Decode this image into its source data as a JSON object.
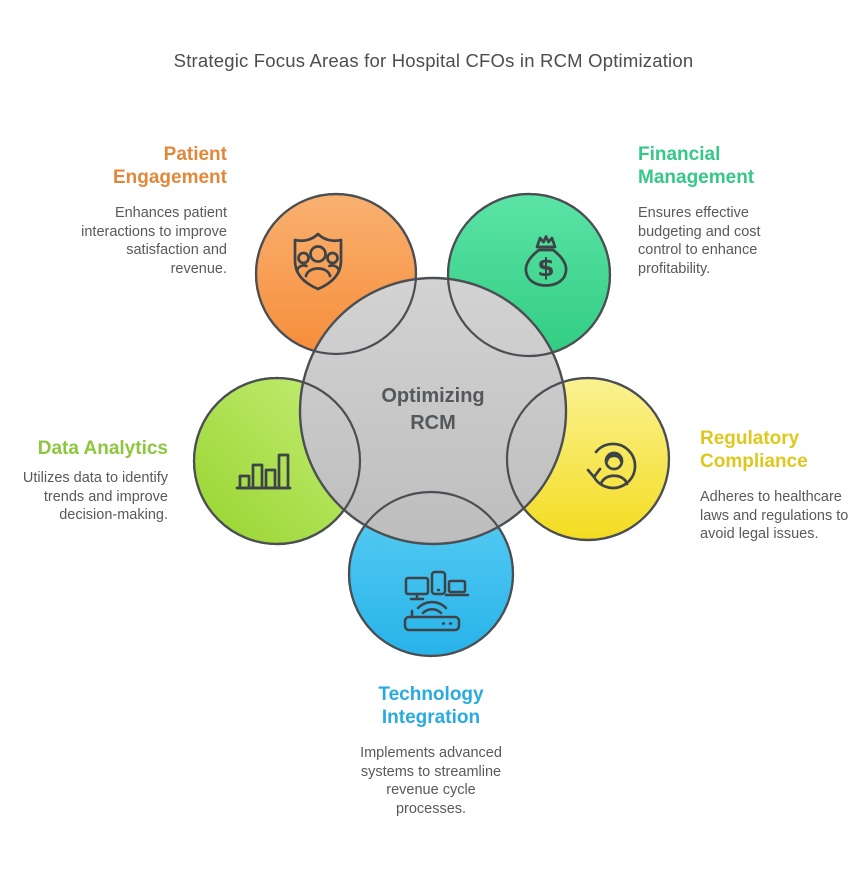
{
  "title": "Strategic Focus Areas for Hospital CFOs in RCM Optimization",
  "center": {
    "label": "Optimizing RCM",
    "circle_color_top": "#d3d3d3",
    "circle_color_bottom": "#bdbdbd"
  },
  "nodes": [
    {
      "id": "patient-engagement",
      "heading": "Patient Engagement",
      "description": "Enhances patient interactions to improve satisfaction and revenue.",
      "accent_color": "#e2883b",
      "circle_colors": [
        "#f9b170",
        "#f68d3b"
      ],
      "icon": "shield-people-icon"
    },
    {
      "id": "financial-management",
      "heading": "Financial Management",
      "description": "Ensures effective budgeting and cost control to enhance profitability.",
      "accent_color": "#35c888",
      "circle_colors": [
        "#5be3a6",
        "#31cd82"
      ],
      "icon": "money-bag-icon",
      "icon_symbol": "$"
    },
    {
      "id": "data-analytics",
      "heading": "Data Analytics",
      "description": "Utilizes data to identify trends and improve decision-making.",
      "accent_color": "#8dc63f",
      "circle_colors": [
        "#c6ee78",
        "#97d42e"
      ],
      "icon": "bar-chart-icon"
    },
    {
      "id": "regulatory-compliance",
      "heading": "Regulatory Compliance",
      "description": "Adheres to healthcare laws and regulations to avoid legal issues.",
      "accent_color": "#dfc81e",
      "circle_colors": [
        "#faf292",
        "#f4dc20"
      ],
      "icon": "person-refresh-icon"
    },
    {
      "id": "technology-integration",
      "heading": "Technology Integration",
      "description": "Implements advanced systems to streamline revenue cycle processes.",
      "accent_color": "#29abe2",
      "circle_colors": [
        "#5bcef4",
        "#27b3e9"
      ],
      "icon": "connected-devices-icon"
    }
  ],
  "body_text_color": "#58595b",
  "title_color": "#4d4d4d",
  "outline_color": "#4b4f54"
}
